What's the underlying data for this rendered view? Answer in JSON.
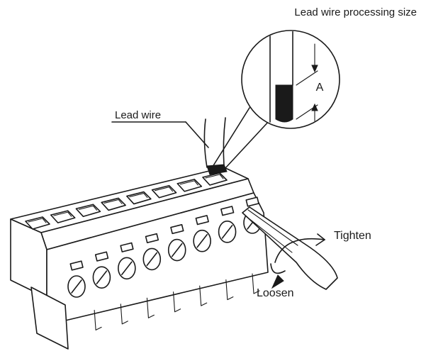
{
  "labels": {
    "processing_size": "Lead wire processing size",
    "dimension": "A",
    "lead_wire": "Lead wire",
    "tighten": "Tighten",
    "loosen": "Loosen"
  },
  "terminal_count": 8,
  "colors": {
    "ink": "#1a1a1a",
    "paper": "#ffffff"
  }
}
